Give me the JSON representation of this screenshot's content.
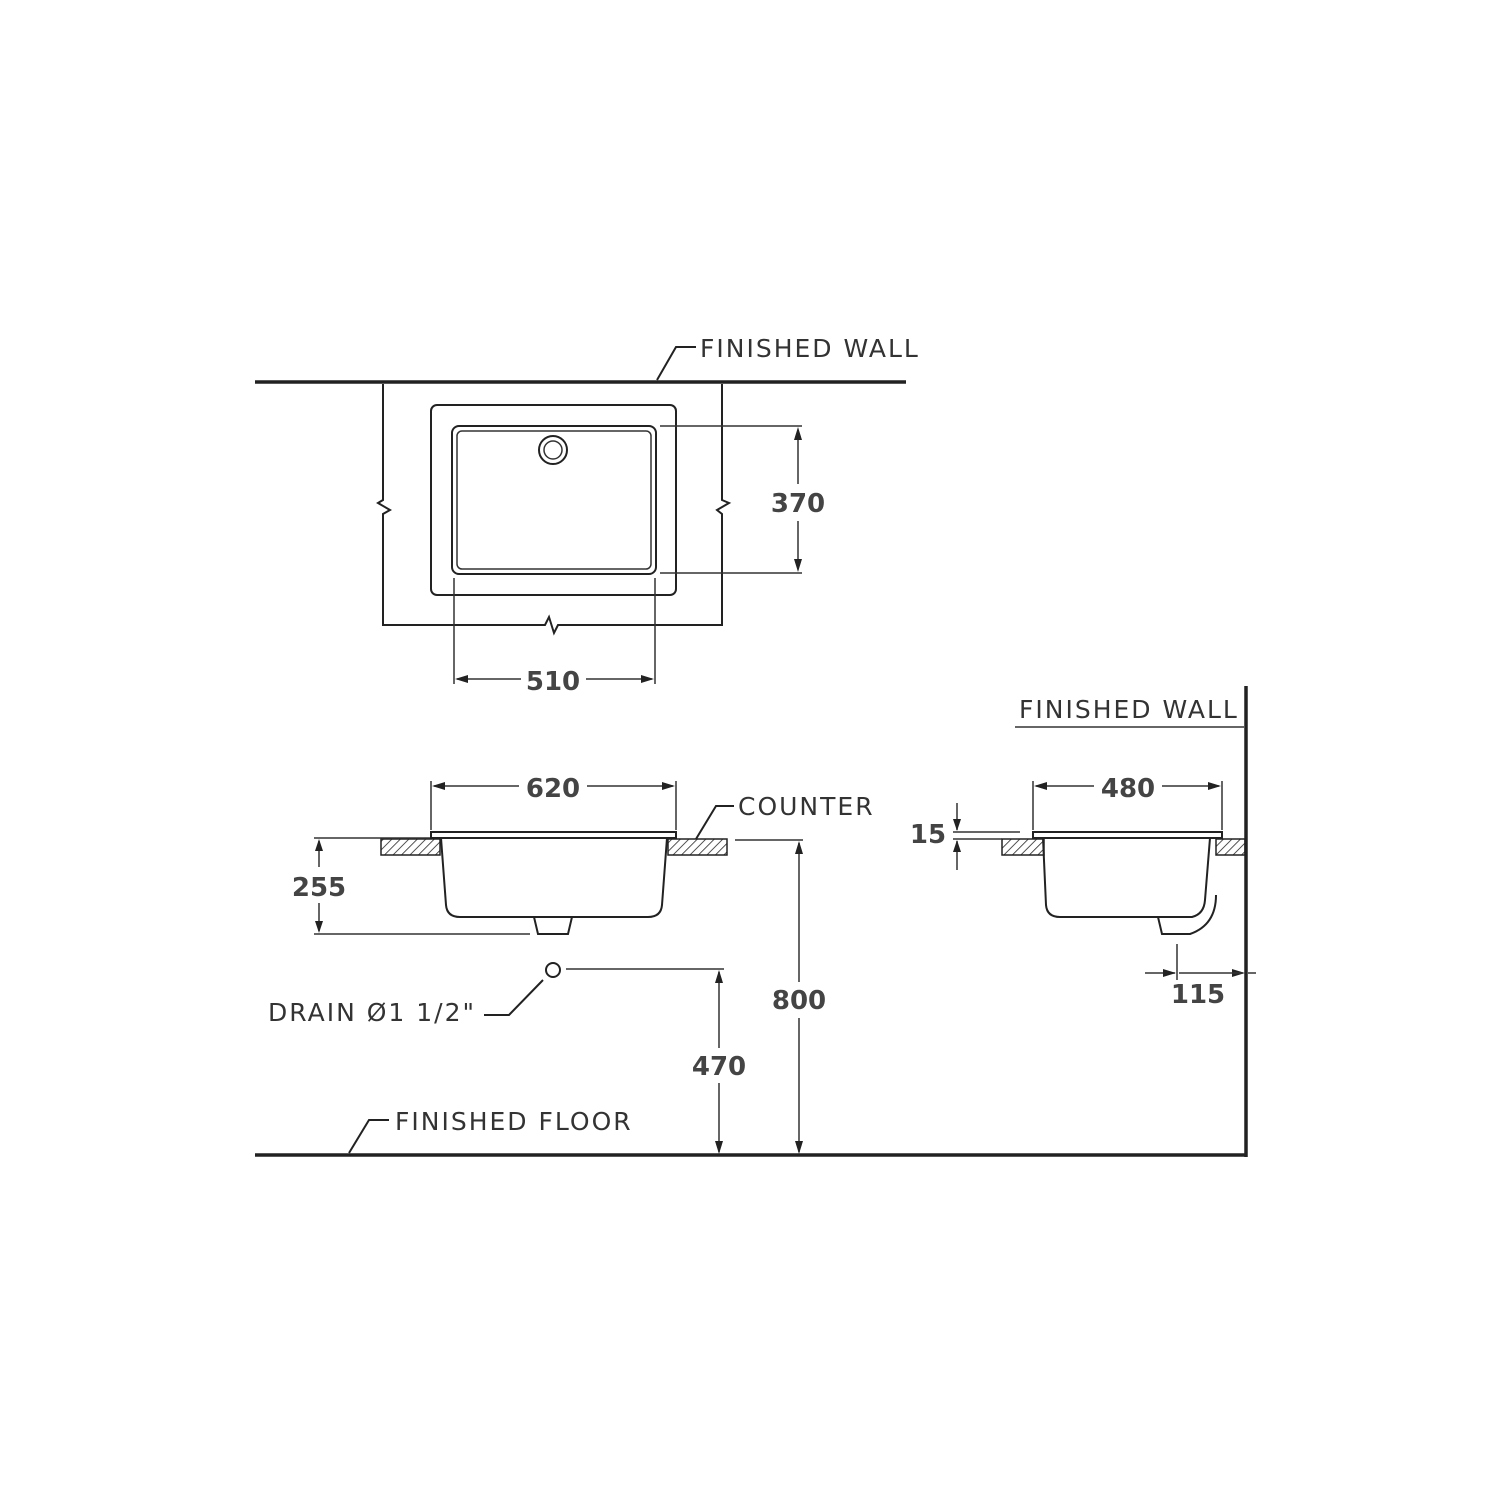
{
  "labels": {
    "finished_wall_top": "FINISHED  WALL",
    "finished_wall_side": "FINISHED  WALL",
    "counter": "COUNTER",
    "drain": "DRAIN  Ø1 1/2\"",
    "finished_floor": "FINISHED  FLOOR"
  },
  "dimensions": {
    "bowl_depth_top": "370",
    "bowl_width_top": "510",
    "overall_width_front": "620",
    "height_front": "255",
    "counter_height": "800",
    "drain_height": "470",
    "overall_depth_side": "480",
    "rim_thickness_side": "15",
    "trap_offset_side": "115"
  },
  "colors": {
    "line": "#222222",
    "text": "#333333",
    "background": "#ffffff"
  }
}
